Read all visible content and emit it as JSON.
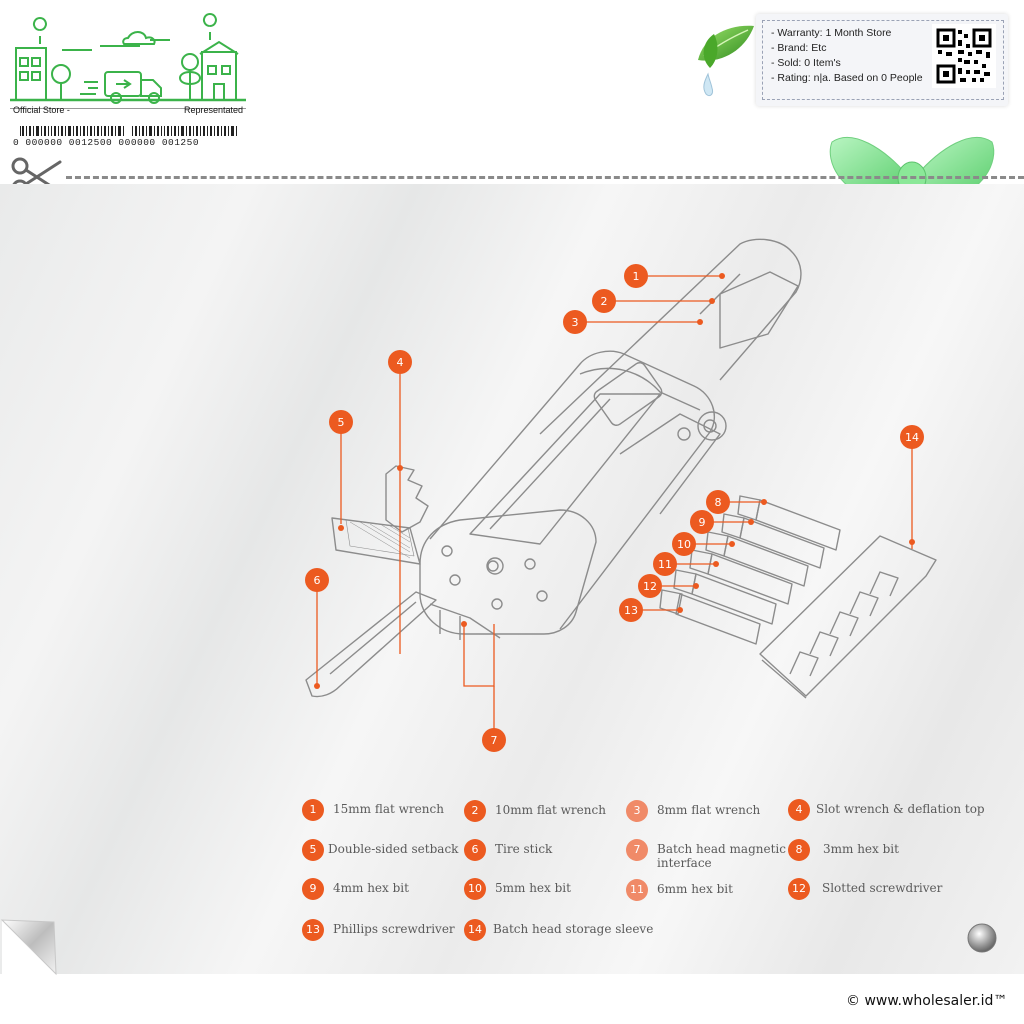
{
  "store": {
    "official_label": "Official Store -",
    "represented_label": "Representated",
    "barcode_digits": "0 000000 0012500 000000 001250"
  },
  "info": {
    "warranty": "- Warranty: 1 Month Store",
    "brand": "- Brand: Etc",
    "sold": "- Sold: 0 Item's",
    "rating": "- Rating: n|a. Based on 0 People"
  },
  "callouts": [
    "1",
    "2",
    "3",
    "4",
    "5",
    "6",
    "7",
    "8",
    "9",
    "10",
    "11",
    "12",
    "13",
    "14"
  ],
  "legend": [
    {
      "num": "1",
      "label": "15mm flat wrench"
    },
    {
      "num": "2",
      "label": "10mm flat wrench"
    },
    {
      "num": "3",
      "label": "8mm flat wrench"
    },
    {
      "num": "4",
      "label": "Slot wrench & deflation top"
    },
    {
      "num": "5",
      "label": "Double-sided setback"
    },
    {
      "num": "6",
      "label": "Tire stick"
    },
    {
      "num": "7",
      "label": "Batch head magnetic interface"
    },
    {
      "num": "8",
      "label": "3mm hex bit"
    },
    {
      "num": "9",
      "label": "4mm hex bit"
    },
    {
      "num": "10",
      "label": "5mm hex bit"
    },
    {
      "num": "11",
      "label": "6mm hex bit"
    },
    {
      "num": "12",
      "label": "Slotted screwdriver"
    },
    {
      "num": "13",
      "label": "Phillips screwdriver"
    },
    {
      "num": "14",
      "label": "Batch head storage sleeve"
    }
  ],
  "footer": {
    "copyright": "© www.wholesaler.id™"
  },
  "colors": {
    "accent": "#ec5a20",
    "store_green": "#3bb34a",
    "bow_green": "#7be08a"
  },
  "icons": [
    "scissors-icon",
    "leaf-icon",
    "qr-code-icon",
    "bow-icon",
    "page-curl-icon",
    "metal-button-icon"
  ]
}
